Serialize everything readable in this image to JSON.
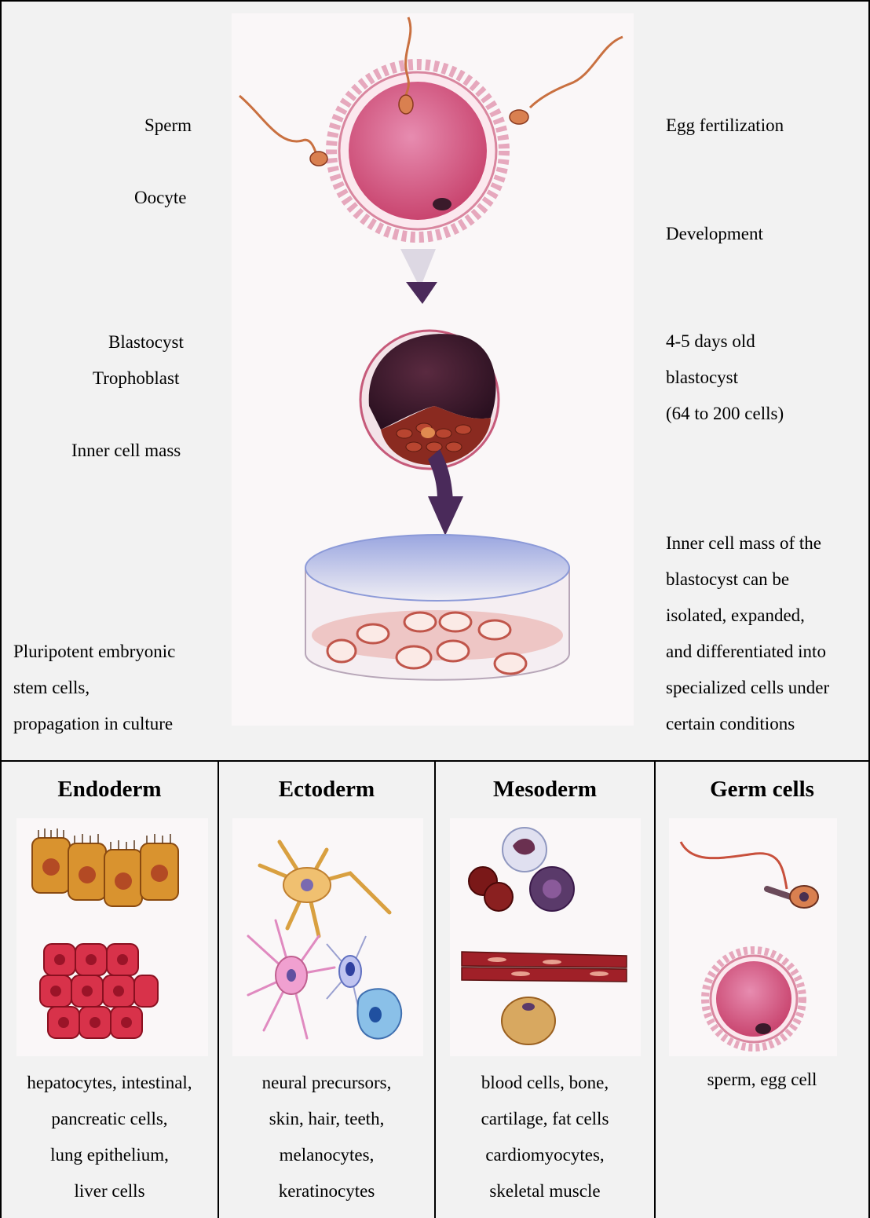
{
  "top": {
    "left_labels": {
      "sperm": "Sperm",
      "oocyte": "Oocyte",
      "blastocyst": "Blastocyst",
      "trophoblast": "Trophoblast",
      "inner_cell_mass": "Inner cell mass"
    },
    "right_labels": {
      "egg_fertilization": "Egg fertilization",
      "development": "Development",
      "blastocyst_age": [
        "4-5 days old",
        "blastocyst",
        "(64 to 200 cells)"
      ],
      "icm_description": [
        "Inner cell mass of the",
        "blastocyst can be",
        "isolated, expanded,",
        "and differentiated into",
        "specialized cells under",
        "certain conditions"
      ]
    },
    "culture_label": [
      "Pluripotent embryonic",
      "stem cells,",
      "propagation in culture"
    ]
  },
  "germ_layers": [
    {
      "title": "Endoderm",
      "description": [
        "hepatocytes, intestinal,",
        "pancreatic cells,",
        "lung epithelium,",
        "liver cells"
      ]
    },
    {
      "title": "Ectoderm",
      "description": [
        "neural precursors,",
        "skin, hair, teeth,",
        "melanocytes,",
        "keratinocytes"
      ]
    },
    {
      "title": "Mesoderm",
      "description": [
        "blood cells, bone,",
        "cartilage, fat cells",
        "cardiomyocytes,",
        "skeletal muscle"
      ]
    },
    {
      "title": "Germ cells",
      "description": [
        "sperm, egg cell"
      ]
    }
  ],
  "colors": {
    "oocyte": "#d8648e",
    "blastocyst": "#3a1a2a",
    "arrow": "#4a2a5a",
    "dish": "#8c9ad8"
  },
  "icons": [
    "sperm-icon",
    "oocyte-icon",
    "blastocyst-icon",
    "petri-dish-icon",
    "arrow-down-icon"
  ]
}
